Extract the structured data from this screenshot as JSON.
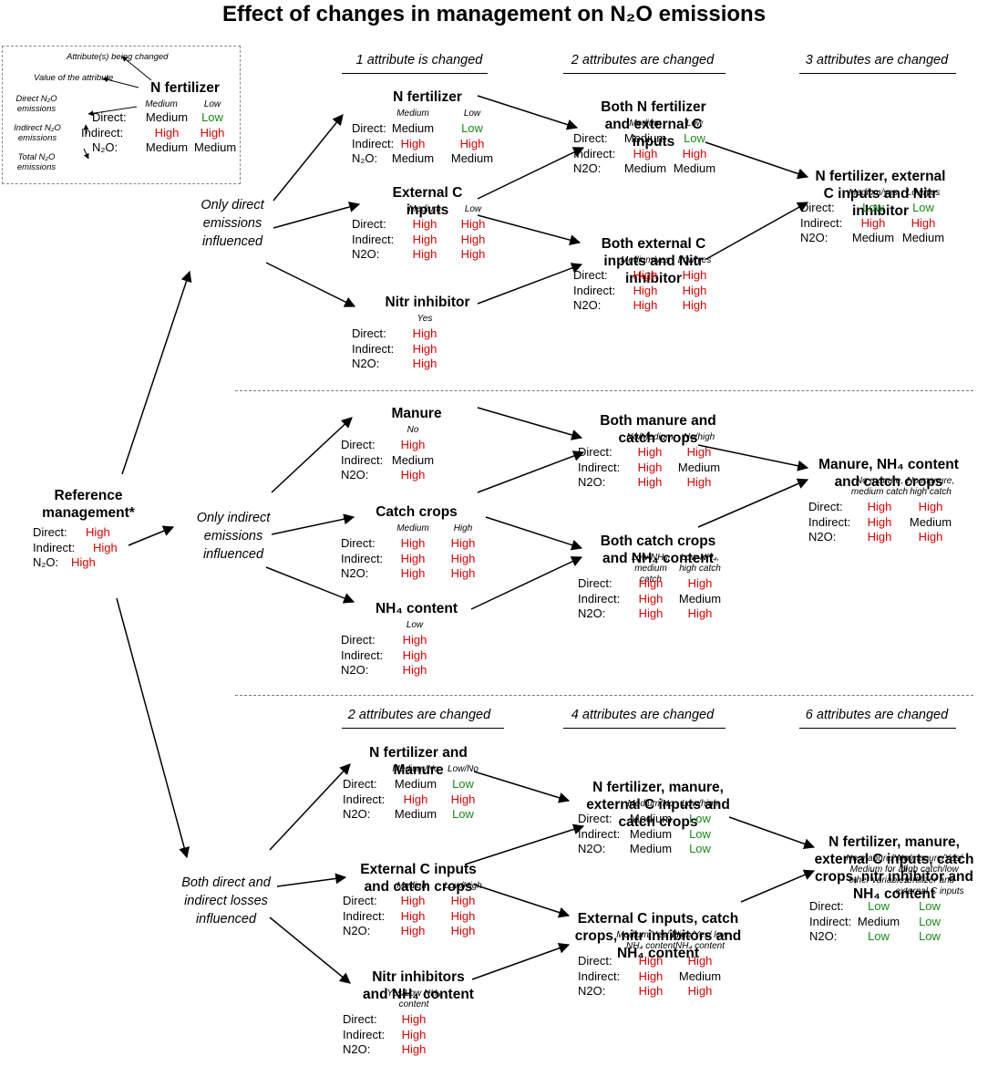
{
  "title": "Effect of changes in management on N₂O emissions",
  "legend": {
    "notes": [
      "Attribute(s) being changed",
      "Value of the attribute",
      "Direct N₂O emissions",
      "Indirect N₂O emissions",
      "Total N₂O emissions"
    ],
    "example": {
      "title": "N fertilizer",
      "cols": [
        "Medium",
        "Low"
      ],
      "direct": [
        "Medium",
        "Low"
      ],
      "indirect": [
        "High",
        "High"
      ],
      "n2o": [
        "Medium",
        "Medium"
      ]
    },
    "row_labels": [
      "Direct:",
      "Indirect:",
      "N₂O:"
    ]
  },
  "stage_headers": {
    "top": [
      "1 attribute is changed",
      "2 attributes are changed",
      "3 attributes are changed"
    ],
    "bottom": [
      "2 attributes are changed",
      "4 attributes are changed",
      "6 attributes are changed"
    ]
  },
  "reference": {
    "title": "Reference management*",
    "rows": [
      {
        "label": "Direct:",
        "value": "High"
      },
      {
        "label": "Indirect:",
        "value": "High"
      },
      {
        "label": "N₂O:",
        "value": "High"
      }
    ]
  },
  "influences": {
    "direct": "Only direct emissions influenced",
    "indirect": "Only indirect emissions influenced",
    "both": "Both direct and indirect losses influenced"
  },
  "row_labels": {
    "direct": "Direct:",
    "indirect": "Indirect:",
    "n2o": "N2O:"
  },
  "boxes": [
    {
      "id": "nfert",
      "title": "N fertilizer",
      "cols": [
        "Medium",
        "Low"
      ],
      "direct": [
        "Medium",
        "Low"
      ],
      "indirect": [
        "High",
        "High"
      ],
      "n2o": [
        "Medium",
        "Medium"
      ],
      "n2o_label": "N₂O:"
    },
    {
      "id": "extc",
      "title": "External C inputs",
      "cols": [
        "Medium",
        "Low"
      ],
      "direct": [
        "High",
        "High"
      ],
      "indirect": [
        "High",
        "High"
      ],
      "n2o": [
        "High",
        "High"
      ]
    },
    {
      "id": "nitr",
      "title": "Nitr inhibitor",
      "cols": [
        "Yes"
      ],
      "direct": [
        "High"
      ],
      "indirect": [
        "High"
      ],
      "n2o": [
        "High"
      ]
    },
    {
      "id": "nfert_extc",
      "title": "Both N fertilizer and external C inputs",
      "cols": [
        "Medium",
        "Low"
      ],
      "direct": [
        "Medium",
        "Low"
      ],
      "indirect": [
        "High",
        "High"
      ],
      "n2o": [
        "Medium",
        "Medium"
      ]
    },
    {
      "id": "extc_nitr",
      "title": "Both external C inputs and Nitr inhibitor",
      "cols": [
        "Medium/yes",
        "Low/yes"
      ],
      "direct": [
        "High",
        "High"
      ],
      "indirect": [
        "High",
        "High"
      ],
      "n2o": [
        "High",
        "High"
      ]
    },
    {
      "id": "three",
      "title": "N fertilizer, external C inputs and Nitr inhibitor",
      "cols": [
        "Medium/yes",
        "Low/yes"
      ],
      "direct": [
        "Low",
        "Low"
      ],
      "indirect": [
        "High",
        "High"
      ],
      "n2o": [
        "Medium",
        "Medium"
      ]
    },
    {
      "id": "manure",
      "title": "Manure",
      "cols": [
        "No"
      ],
      "direct": [
        "High"
      ],
      "indirect": [
        "Medium"
      ],
      "n2o": [
        "High"
      ]
    },
    {
      "id": "catch",
      "title": "Catch crops",
      "cols": [
        "Medium",
        "High"
      ],
      "direct": [
        "High",
        "High"
      ],
      "indirect": [
        "High",
        "High"
      ],
      "n2o": [
        "High",
        "High"
      ]
    },
    {
      "id": "nh4",
      "title": "NH₄ content",
      "cols": [
        "Low"
      ],
      "direct": [
        "High"
      ],
      "indirect": [
        "High"
      ],
      "n2o": [
        "High"
      ]
    },
    {
      "id": "manure_catch",
      "title": "Both manure and catch crops",
      "cols": [
        "No/Medium",
        "No/high"
      ],
      "direct": [
        "High",
        "High"
      ],
      "indirect": [
        "High",
        "Medium"
      ],
      "n2o": [
        "High",
        "High"
      ]
    },
    {
      "id": "catch_nh4",
      "title": "Both catch crops and NH₄ content",
      "cols": [
        "Low NH₄, medium catch",
        "Low NH₄, high catch"
      ],
      "direct": [
        "High",
        "High"
      ],
      "indirect": [
        "High",
        "Medium"
      ],
      "n2o": [
        "High",
        "High"
      ]
    },
    {
      "id": "manure_nh4_catch",
      "title": "Manure, NH₄ content and catch crops",
      "cols": [
        "No manure, medium catch",
        "No manure, high catch"
      ],
      "direct": [
        "High",
        "High"
      ],
      "indirect": [
        "High",
        "Medium"
      ],
      "n2o": [
        "High",
        "High"
      ]
    },
    {
      "id": "nfert_manure",
      "title": "N fertilizer and Manure",
      "cols": [
        "Medium/No",
        "Low/No"
      ],
      "direct": [
        "Medium",
        "Low"
      ],
      "indirect": [
        "High",
        "High"
      ],
      "n2o": [
        "Medium",
        "Low"
      ]
    },
    {
      "id": "extc_catch",
      "title": "External C inputs and catch crops",
      "cols": [
        "Medium",
        "Low/High"
      ],
      "direct": [
        "High",
        "High"
      ],
      "indirect": [
        "High",
        "High"
      ],
      "n2o": [
        "High",
        "High"
      ]
    },
    {
      "id": "nitr_nh4",
      "title": "Nitr inhibitors and NH₄ content",
      "cols": [
        "Yes/Low NH₄ content"
      ],
      "direct": [
        "High"
      ],
      "indirect": [
        "High"
      ],
      "n2o": [
        "High"
      ]
    },
    {
      "id": "four_a",
      "title": "N fertilizer, manure, external C inputs and catch crops",
      "cols": [
        "Medium/No",
        "Low/high"
      ],
      "direct": [
        "Medium",
        "Low"
      ],
      "indirect": [
        "Medium",
        "Low"
      ],
      "n2o": [
        "Medium",
        "Low"
      ]
    },
    {
      "id": "four_b",
      "title": "External C inputs, catch crops, nitr inhibitors and NH₄ content",
      "cols": [
        "Medium/Yes/ low NH₄ content",
        "High/Yes/ low NH₄ content"
      ],
      "direct": [
        "High",
        "High"
      ],
      "indirect": [
        "High",
        "Medium"
      ],
      "n2o": [
        "High",
        "High"
      ]
    },
    {
      "id": "six",
      "title": "N fertilizer, manure, external C inputs, catch crops, nitr inhibitor and NH₄ content",
      "cols": [
        "No manure/Yes/ Medium for all other variables",
        "No manure/Yes/ high catch/low fertilizer and external C inputs"
      ],
      "direct": [
        "Low",
        "Low"
      ],
      "indirect": [
        "Medium",
        "Low"
      ],
      "n2o": [
        "Low",
        "Low"
      ]
    }
  ],
  "colors": {
    "High": "#e00000",
    "Low": "#178a17",
    "Medium": "#000000",
    "line": "#000000",
    "separator": "#777777"
  }
}
